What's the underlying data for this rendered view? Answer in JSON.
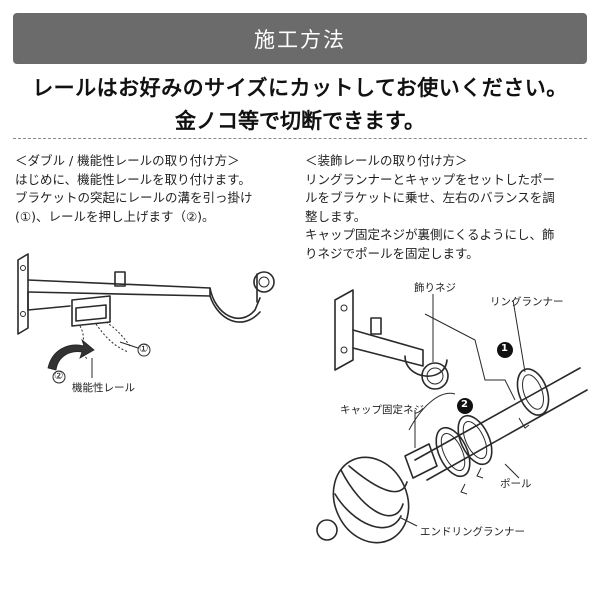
{
  "header": {
    "title": "施工方法"
  },
  "lead": {
    "line1": "レールはお好みのサイズにカットしてお使いください。",
    "line2": "金ノコ等で切断できます。"
  },
  "left": {
    "heading": "＜ダブル / 機能性レールの取り付け方＞",
    "lines": [
      "はじめに、機能性レールを取り付けます。",
      "ブラケットの突起にレールの溝を引っ掛け",
      "(①)、レールを押し上げます（②)。"
    ],
    "figure": {
      "marker1": "①",
      "marker2": "②",
      "rail_label": "機能性レール"
    }
  },
  "right": {
    "heading": "＜装飾レールの取り付け方＞",
    "lines": [
      "リングランナーとキャップをセットしたポー",
      "ルをブラケットに乗せ、左右のバランスを調",
      "整します。",
      "キャップ固定ネジが裏側にくるようにし、飾",
      "りネジでポールを固定します。"
    ],
    "figure": {
      "deco_screw": "飾りネジ",
      "ring_runner": "リングランナー",
      "cap_screw": "キャップ固定ネジ",
      "pole": "ポール",
      "end_ring_runner": "エンドリングランナー",
      "step1": "1",
      "step2": "2"
    }
  }
}
